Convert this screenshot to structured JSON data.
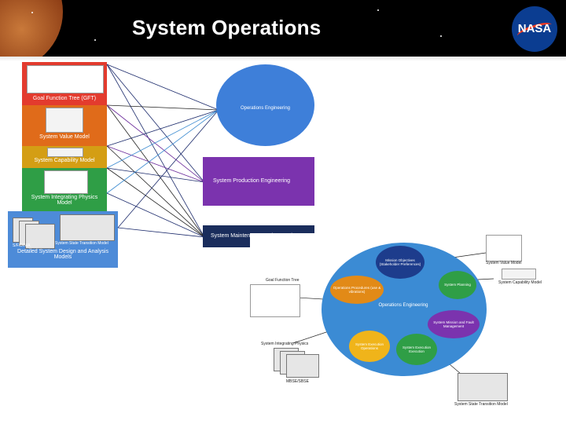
{
  "header": {
    "title": "System Operations",
    "logo_text": "NASA"
  },
  "left_stack": [
    {
      "label": "Goal Function Tree (GFT)",
      "color": "#e33b2e"
    },
    {
      "label": "System Value Model",
      "color": "#e06b1a"
    },
    {
      "label": "System Capability Model",
      "color": "#d49e14"
    },
    {
      "label": "System Integrating Physics Model",
      "color": "#2f9e46"
    },
    {
      "label": "Detailed System Design and Analysis Models",
      "color": "#4d8bd8"
    }
  ],
  "left_inner": {
    "small_left": "S/F/D/N/A",
    "small_right": "System State Transition Model"
  },
  "targets": {
    "operations_engineering": "Operations Engineering",
    "production_engineering": "System Production Engineering",
    "maintenance_upgrade": "System Maintenance and Upgrade"
  },
  "lower": {
    "center_band": "Operations Engineering",
    "circles": [
      {
        "label": "Mission Objectives (Stakeholder Preferences)",
        "color": "#1d3c8c"
      },
      {
        "label": "Operations Procedures (use & vibrations)",
        "color": "#e28a17"
      },
      {
        "label": "System Planning",
        "color": "#2f9e46"
      },
      {
        "label": "System Mission and Fault Management",
        "color": "#7b33ae"
      },
      {
        "label": "System Execution Operations",
        "color": "#f0b41a"
      },
      {
        "label": "System Execution Execution",
        "color": "#2f9e46"
      }
    ],
    "captions": {
      "gft": "Goal Function Tree",
      "value": "System Value Model",
      "capability": "System Capability Model",
      "physics": "System Integrating Physics",
      "mbse": "MBSE/SBSE",
      "state": "System State Transition Model"
    }
  }
}
